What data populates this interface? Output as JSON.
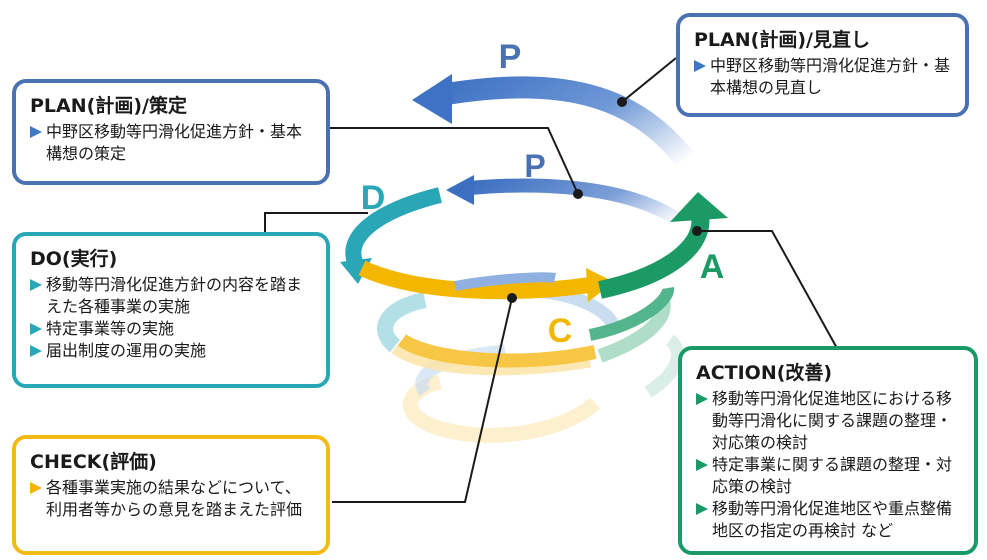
{
  "labels": {
    "p_top": "P",
    "p_mid": "P",
    "d": "D",
    "a": "A",
    "c": "C"
  },
  "colors": {
    "plan": "#4a72b3",
    "do": "#2aa7b6",
    "check": "#f2bb14",
    "action": "#1a9a68"
  },
  "plan_review": {
    "title": "PLAN(計画)/見直し",
    "items": [
      "中野区移動等円滑化促進方針・基本構想の見直し"
    ]
  },
  "plan_create": {
    "title": "PLAN(計画)/策定",
    "items": [
      "中野区移動等円滑化促進方針・基本構想の策定"
    ]
  },
  "do": {
    "title": "DO(実行)",
    "items": [
      "移動等円滑化促進方針の内容を踏まえた各種事業の実施",
      "特定事業等の実施",
      "届出制度の運用の実施"
    ]
  },
  "check": {
    "title": "CHECK(評価)",
    "items": [
      "各種事業実施の結果などについて、利用者等からの意見を踏まえた評価"
    ]
  },
  "action": {
    "title": "ACTION(改善)",
    "items": [
      "移動等円滑化促進地区における移動等円滑化に関する課題の整理・対応策の検討",
      "特定事業に関する課題の整理・対応策の検討",
      "移動等円滑化促進地区や重点整備地区の指定の再検討 など"
    ]
  }
}
